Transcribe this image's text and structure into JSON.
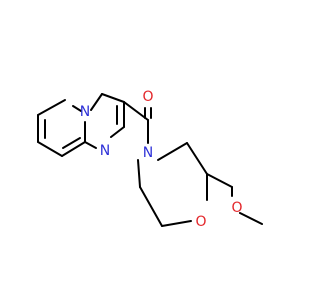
{
  "colors": {
    "background": "#ffffff",
    "bond": "#000000",
    "nitrogen": "#2e31d8",
    "oxygen": "#e3262a"
  },
  "atoms": {
    "n_bridge": "N",
    "n_imidazole": "N",
    "o_carbonyl": "O",
    "n_amide": "N",
    "o_ring": "O",
    "o_ether": "O"
  }
}
